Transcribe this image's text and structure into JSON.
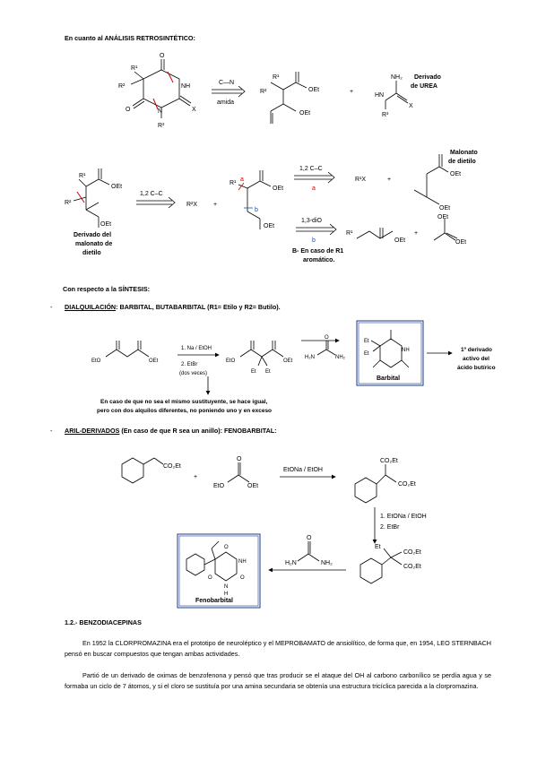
{
  "analysis": {
    "heading": "En cuanto al ANÁLISIS RETROSINTÉTICO:",
    "step1": {
      "reagent_top": "C—N",
      "reagent_bottom": "amida",
      "ring_labels": {
        "r1": "R¹",
        "r2": "R²",
        "r3": "R³",
        "nh": "NH",
        "n": "N",
        "x": "X",
        "o": "O"
      },
      "ester_labels": {
        "r1": "R¹",
        "r2": "R²",
        "oet1": "OEt",
        "oet2": "OEt"
      },
      "plus": "+",
      "urea_labels": {
        "nh2": "NH₂",
        "hn": "HN",
        "x": "X",
        "r3": "R³"
      },
      "urea_caption_1": "Derivado",
      "urea_caption_2": "de UREA"
    },
    "step2": {
      "left_labels": {
        "r1": "R¹",
        "r2": "R²",
        "oet1": "OEt",
        "oet2": "OEt"
      },
      "caption_1": "Derivado del",
      "caption_2": "malonato de",
      "caption_3": "dietilo",
      "arrow_top": "1,2 C–C",
      "r2x": "R²X",
      "plus": "+",
      "mid_labels": {
        "r1": "R¹",
        "oet1": "OEt",
        "oet2": "OEt",
        "a": "a",
        "b": "b"
      },
      "path_a": {
        "arrow_top": "1,2 C–C",
        "arrow_bottom": "a",
        "r1x": "R¹X",
        "plus": "+",
        "malonate_caption_1": "Malonato",
        "malonate_caption_2": "de dietilo",
        "oet1": "OEt",
        "oet2": "OEt"
      },
      "path_b": {
        "arrow_top": "1,3-diO",
        "arrow_bottom": "b",
        "r1": "R¹",
        "oet": "OEt",
        "plus": "+",
        "carbonate_oet1": "OEt",
        "carbonate_oet2": "OEt",
        "note_1": "B- En caso de R1",
        "note_2": "aromático."
      }
    }
  },
  "synthesis": {
    "heading": "Con respecto a la SÍNTESIS:",
    "bullet": "-",
    "dialq_label": "DIALQUILACIÓN",
    "dialq_rest": ": BARBITAL, BUTABARBITAL (R1= Etilo y R2= Butilo).",
    "dialq_scheme": {
      "malonate_eto": "EtO",
      "malonate_oet": "OEt",
      "arrow_1": "1. Na / EtOH",
      "arrow_2": "2. EtBr",
      "arrow_3": "(dos veces)",
      "product_eto": "EtO",
      "product_oet": "OEt",
      "product_et1": "Et",
      "product_et2": "Et",
      "urea_h2n": "H₂N",
      "urea_nh2": "NH₂",
      "urea_o": "O",
      "barbital_et1": "Et",
      "barbital_et2": "Et",
      "barbital_nh": "NH",
      "barbital_name": "Barbital",
      "side_note_1": "1º derivado",
      "side_note_2": "activo del",
      "side_note_3": "ácido butírico",
      "down_note_1": "En caso de que no sea el mismo sustituyente, se hace igual,",
      "down_note_2": "pero con dos alquilos diferentes, no poniendo uno y en exceso"
    },
    "aryl_label": "ARIL-DERIVADOS",
    "aryl_rest": " (En caso de que R sea un anillo): FENOBARBITAL:",
    "aryl_scheme": {
      "phenylacetate": "CO₂Et",
      "plus": "+",
      "carbonate_eto": "EtO",
      "carbonate_oet": "OEt",
      "carbonate_o": "O",
      "arrow_1": "EtONa / EtOH",
      "product_co2et1": "CO₂Et",
      "product_co2et2": "CO₂Et",
      "down_arrow_1": "1. EtONa / EtOH",
      "down_arrow_2": "2. EtBr",
      "alkyl_et": "Et",
      "alkyl_co2et1": "CO₂Et",
      "alkyl_co2et2": "CO₂Et",
      "urea_h2n": "H₂N",
      "urea_nh2": "NH₂",
      "urea_o": "O",
      "pheno_nh": "NH",
      "pheno_n": "N",
      "pheno_h": "H",
      "pheno_o": "O",
      "pheno_name": "Fenobarbital"
    }
  },
  "benzo": {
    "heading": "1.2.- BENZODIACEPINAS",
    "para1": "En 1952 la CLORPROMAZINA era el prototipo de neuroléptico y el MEPROBAMATO de ansiolítico, de forma que, en 1954, LEO STERNBACH pensó en buscar compuestos que tengan ambas actividades.",
    "para2": "Partió de un derivado de oximas de benzofenona y pensó que tras producir se el ataque del OH al carbono carbonílico se perdía agua y se formaba un ciclo de 7 átomos, y si el cloro se sustituía por una amina secundaria se obtenía una estructura tricíclica parecida a la clorpromazina."
  },
  "colors": {
    "accent_red": "#cc0000",
    "accent_blue": "#1a4fa8",
    "box_border": "#1a3a8a"
  }
}
